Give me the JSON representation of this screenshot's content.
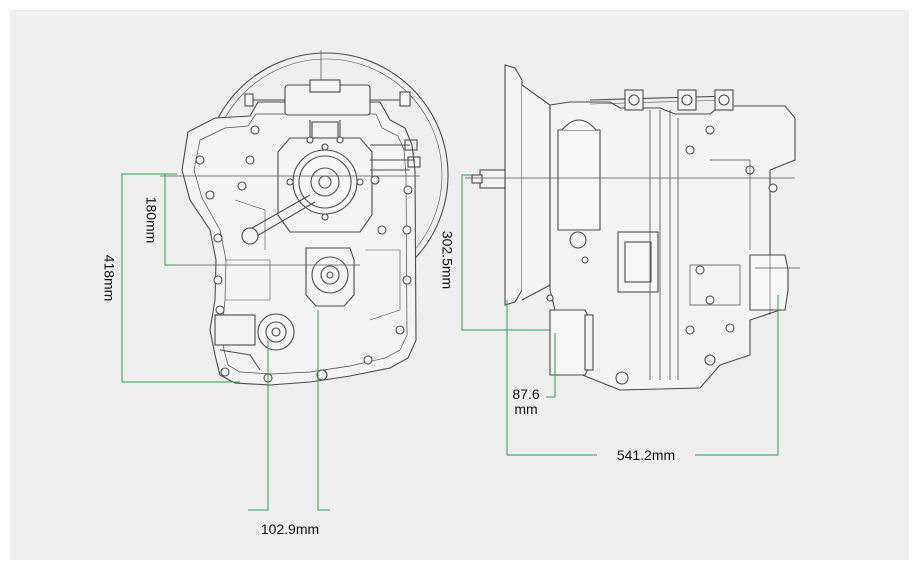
{
  "colors": {
    "background": "#efefef",
    "outer": "#ffffff",
    "dimension_line": "#2e9e4f",
    "drawing_line": "#4a4a4a",
    "text": "#111111"
  },
  "dimensions": {
    "front_height_180": "180mm",
    "front_height_418": "418mm",
    "front_offset_102_9": "102.9mm",
    "side_height_302_5": "302.5mm",
    "side_offset_87_6_line1": "87.6",
    "side_offset_87_6_line2": "mm",
    "side_length_541_2": "541.2mm"
  }
}
